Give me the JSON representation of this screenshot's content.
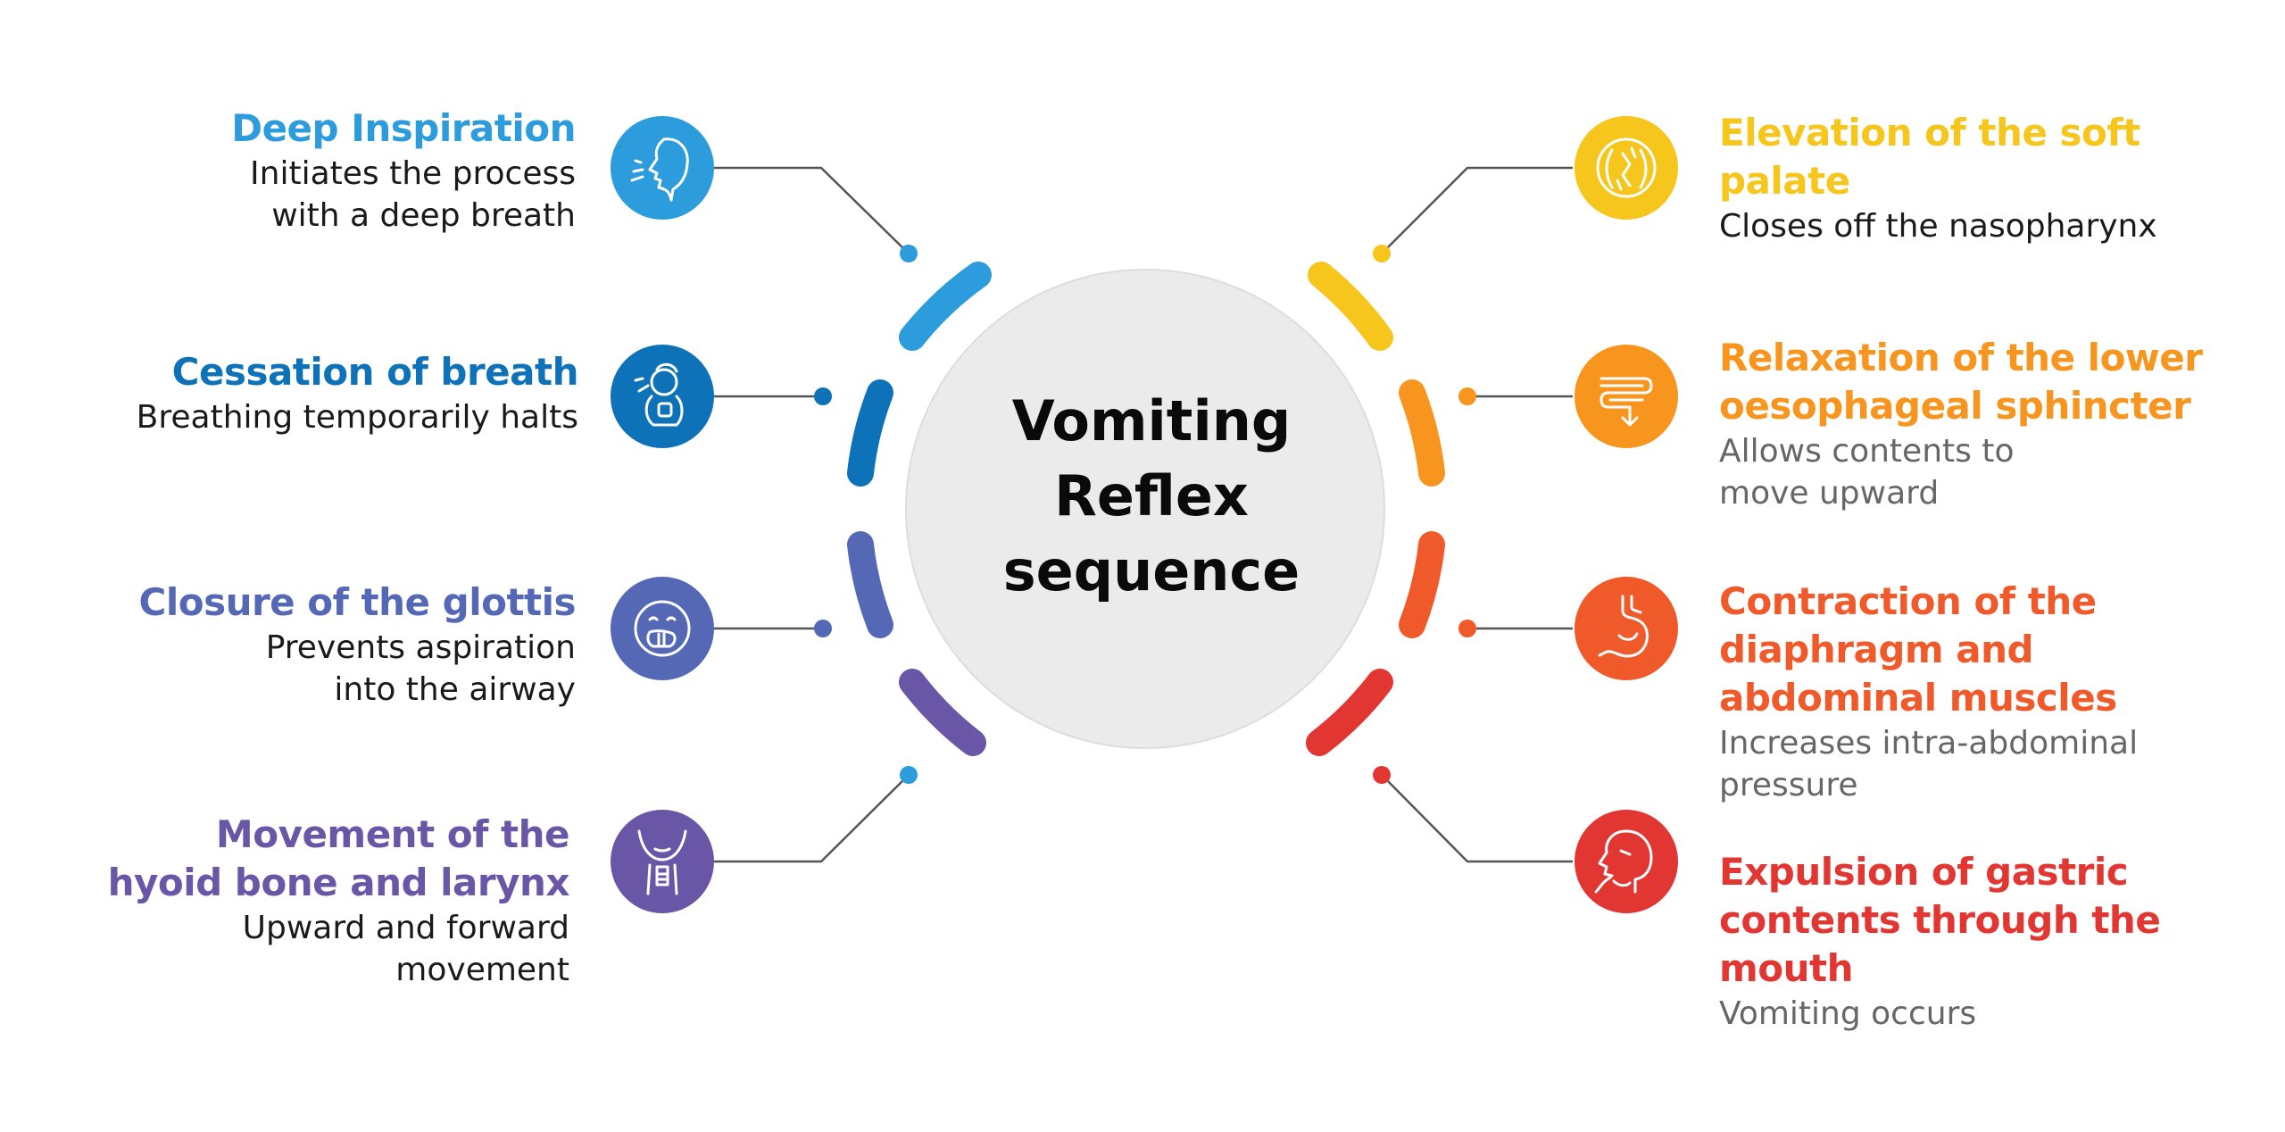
{
  "center": {
    "title_lines": [
      "Vomiting",
      "Reflex",
      "sequence"
    ]
  },
  "colors": {
    "deep_inspiration": "#2C9CDC",
    "cessation": "#0E72B8",
    "glottis": "#5468B6",
    "hyoid": "#6A56A6",
    "soft_palate": "#F6C61C",
    "sphincter": "#F7951E",
    "diaphragm": "#F0592A",
    "expulsion": "#E23632",
    "center_fill": "#EBEBEB",
    "connector": "#555555"
  },
  "steps_left": [
    {
      "title": [
        "Deep Inspiration"
      ],
      "desc": [
        "Initiates the process",
        "with a deep breath"
      ],
      "icon": "nose-inhale-icon"
    },
    {
      "title": [
        "Cessation of breath"
      ],
      "desc": [
        "Breathing temporarily halts"
      ],
      "icon": "hold-breath-icon"
    },
    {
      "title": [
        "Closure of the glottis"
      ],
      "desc": [
        "Prevents aspiration",
        "into the airway"
      ],
      "icon": "covered-mouth-face-icon"
    },
    {
      "title": [
        "Movement of the",
        "hyoid bone and larynx"
      ],
      "desc": [
        "Upward and forward",
        "movement"
      ],
      "icon": "throat-larynx-icon"
    }
  ],
  "steps_right": [
    {
      "title": [
        "Elevation of the soft",
        "palate"
      ],
      "desc": [
        "Closes off the nasopharynx"
      ],
      "icon": "nasal-cavity-icon"
    },
    {
      "title": [
        "Relaxation of the lower",
        "oesophageal sphincter"
      ],
      "desc": [
        "Allows contents to",
        "move upward"
      ],
      "icon": "intestine-arrow-icon"
    },
    {
      "title": [
        "Contraction of the",
        "diaphragm and",
        "abdominal muscles"
      ],
      "desc": [
        "Increases intra-abdominal",
        "pressure"
      ],
      "icon": "stomach-icon"
    },
    {
      "title": [
        "Expulsion of gastric",
        "contents through the",
        "mouth"
      ],
      "desc": [
        "Vomiting occurs"
      ],
      "icon": "vomiting-head-icon"
    }
  ]
}
